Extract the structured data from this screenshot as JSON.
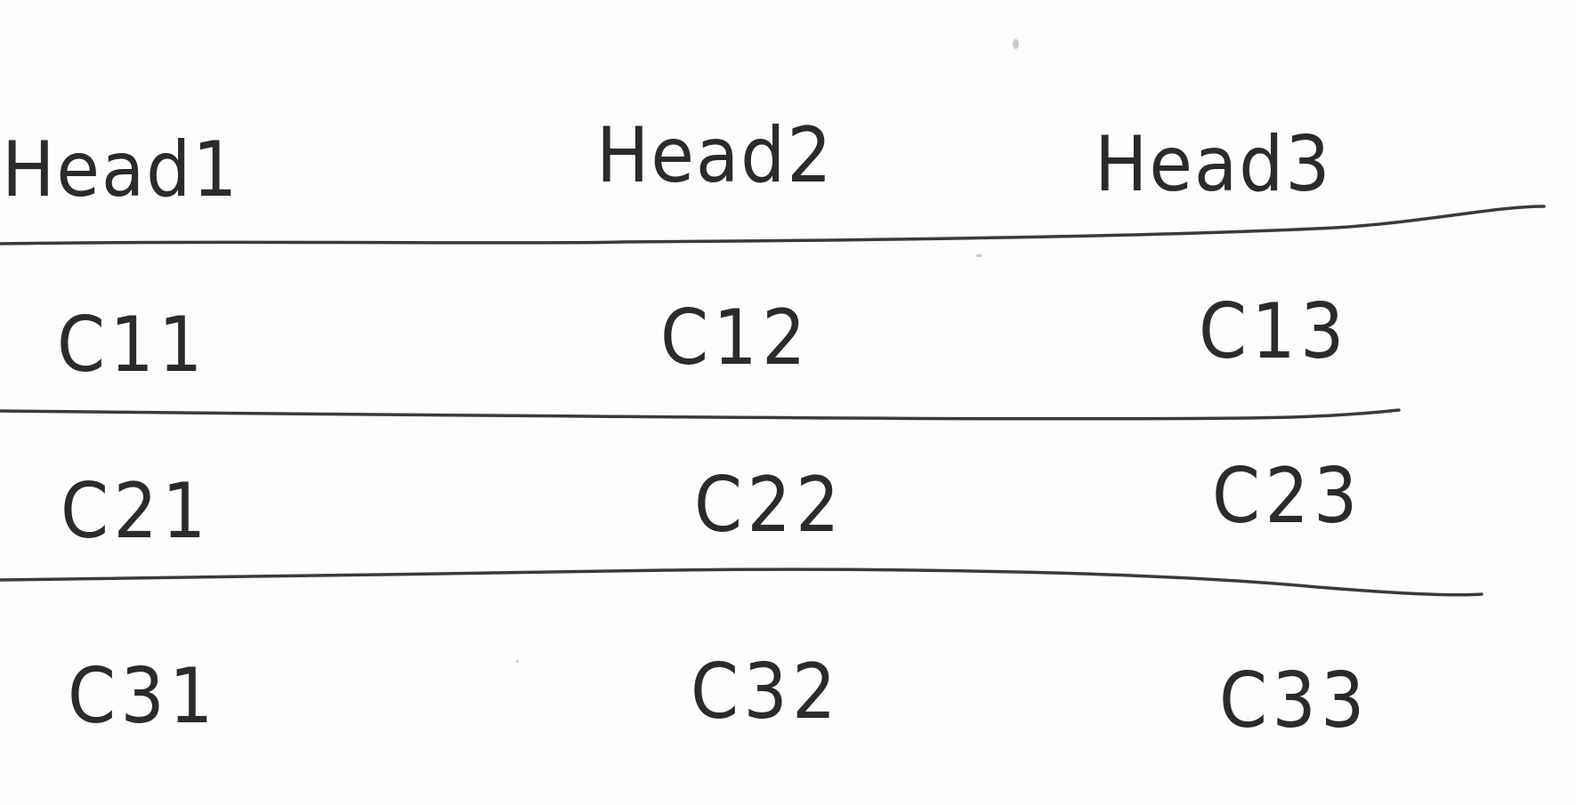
{
  "table": {
    "headers": [
      "Head1",
      "Head2",
      "Head3"
    ],
    "rows": [
      [
        "C11",
        "C12",
        "C13"
      ],
      [
        "C21",
        "C22",
        "C23"
      ],
      [
        "C31",
        "C32",
        "C33"
      ]
    ]
  },
  "colors": {
    "ink": "#2b2b2b",
    "paper": "#fdfdfd"
  }
}
